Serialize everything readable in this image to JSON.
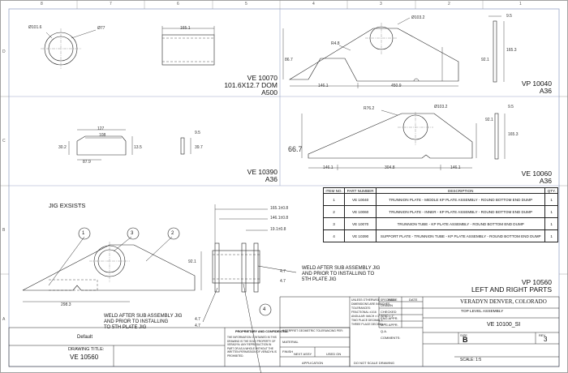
{
  "zone_labels": {
    "top": [
      "8",
      "7",
      "6",
      "5",
      "4",
      "3",
      "2",
      "1"
    ],
    "left": [
      "D",
      "C",
      "B",
      "A"
    ]
  },
  "views": {
    "ve10070": {
      "dims": [
        "Ø101.6",
        "Ø77",
        "165.1"
      ],
      "line1": "VE 10070",
      "line2": "101.6X12.7 DOM",
      "line3": "A500"
    },
    "vp10040": {
      "dims": [
        "Ø103.2",
        "R4.8",
        "86.7",
        "146.1",
        "450.9",
        "9.5",
        "92.1",
        "165.3"
      ],
      "line1": "VP 10040",
      "line2": "A36"
    },
    "ve10390": {
      "dims": [
        "127",
        "108",
        "30.2",
        "13.5",
        "87.9",
        "9.5",
        "39.7"
      ],
      "line1": "VE 10390",
      "line2": "A36"
    },
    "ve10060": {
      "dims": [
        "R76.2",
        "Ø103.2",
        "92.1",
        "66.7",
        "146.1",
        "304.8",
        "146.1",
        "9.5",
        "165.3"
      ],
      "line1": "VE 10060",
      "line2": "A36"
    },
    "assembly": {
      "jig_note": "JIG EXSISTS",
      "balloons": [
        "1",
        "2",
        "3",
        "4"
      ],
      "dims": [
        "165.1±0.8",
        "146.1±0.8",
        "19.1±0.8",
        "92.1",
        "298.3"
      ],
      "weld_right": [
        "WELD AFTER SUB ASSEMBLY JIG",
        "AND PRIOR TO INSTALLING TO",
        "5TH PLATE JIG"
      ],
      "weld_left": [
        "WELD AFTER SUB ASSEMBLY JIG",
        "AND PRIOR TO INSTALLING",
        "TO 5TH PLATE JIG"
      ],
      "weld_size": "4.7",
      "line1": "VP 10560",
      "line2": "LEFT AND RIGHT PARTS"
    }
  },
  "bom": {
    "headers": [
      "ITEM NO.",
      "PART NUMBER",
      "DESCRIPTION",
      "QTY."
    ],
    "rows": [
      [
        "1",
        "VE 10040",
        "TRUNNION PLATE - MIDDLE KP PLATE ASSEMBLY - ROUND BOTTOM END DUMP",
        "1"
      ],
      [
        "2",
        "VE 10060",
        "TRUNNION PLATE - INNER - KP PLATE ASSEMBLY - ROUND BOTTOM END DUMP",
        "1"
      ],
      [
        "3",
        "VE 10070",
        "TRUNNION TUBE - KP PLATE ASSEMBLY - ROUND BOTTOM END DUMP",
        "1"
      ],
      [
        "4",
        "VE 10390",
        "SUPPORT PLATE - TRUNNION TUBE - KP PLATE ASSEMBLY - ROUND BOTTOM END DUMP",
        "1"
      ]
    ]
  },
  "title_block": {
    "config": "Default",
    "drawing_title_label": "DRAWING TITLE:",
    "drawing_title": "VE 10560",
    "proprietary_heading": "PROPRIETARY AND CONFIDENTIAL",
    "proprietary_text": "THE INFORMATION CONTAINED IN THIS DRAWING IS THE SOLE PROPERTY OF VERADYN. ANY REPRODUCTION IN PART OR AS A WHOLE WITHOUT THE WRITTEN PERMISSION OF VERADYN IS PROHIBITED.",
    "tolerances": [
      "UNLESS OTHERWISE SPECIFIED:",
      "DIMENSIONS ARE IN INCHES",
      "TOLERANCES:",
      "FRACTIONAL ±1/16",
      "ANGULAR: MACH ± 1° BEND ± 1°",
      "TWO PLACE DECIMAL ±",
      "THREE PLACE DECIMAL ±"
    ],
    "geo_note": "INTERPRET GEOMETRIC TOLERANCING PER:",
    "material": "MATERIAL",
    "finish": "FINISH",
    "next_assy": "NEXT ASSY",
    "used_on": "USED ON",
    "application": "APPLICATION",
    "no_scale": "DO NOT SCALE DRAWING",
    "sign_headers": [
      "NAME",
      "DATE"
    ],
    "sign_rows": [
      "DRAWN",
      "CHECKED",
      "ENG APPR.",
      "MFG APPR.",
      "Q.A.",
      "COMMENTS:"
    ],
    "company": "VERADYN DENVER, COLORADO",
    "subtitle": "TOP LEVEL ASSEMBLY",
    "part_number": "VE 10100_SI",
    "size_label": "SIZE",
    "size": "B",
    "rev_label": "REV",
    "rev": "3",
    "scale": "SCALE: 1:5"
  }
}
